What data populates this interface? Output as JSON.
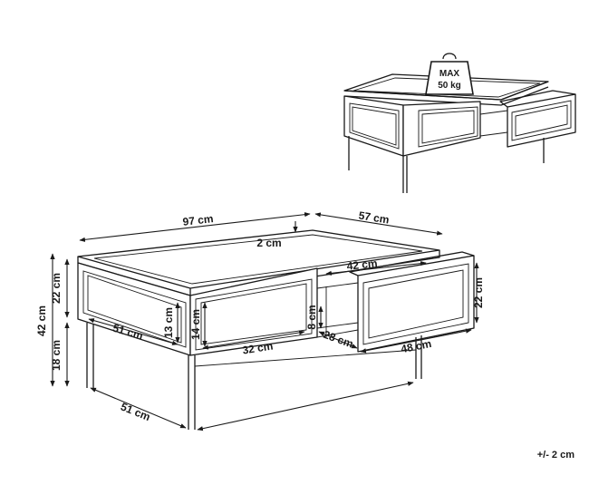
{
  "weight_badge": {
    "line1": "MAX",
    "line2": "50 kg"
  },
  "dimensions": {
    "width": "97 cm",
    "depth": "57 cm",
    "top_rim": "2 cm",
    "inner_width": "42 cm",
    "top_height": "22 cm",
    "total_height": "42 cm",
    "leg_height": "18 cm",
    "side_panel_width": "51 cm",
    "side_panel_height": "13 cm",
    "front_panel_height": "14 cm",
    "front_panel_width": "32 cm",
    "shelf_height": "8 cm",
    "drawer_depth": "28 cm",
    "drawer_width": "48 cm",
    "drawer_height": "22 cm",
    "base_depth": "51 cm"
  },
  "tolerance": "+/- 2 cm"
}
